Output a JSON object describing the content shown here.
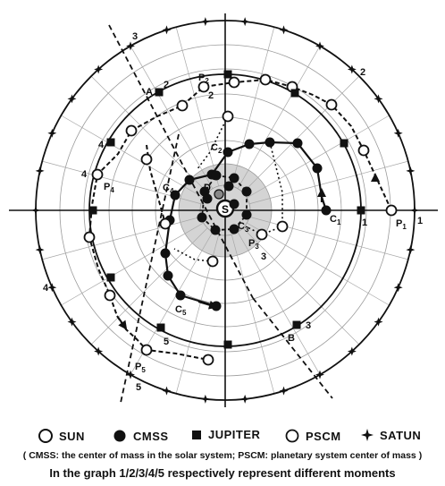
{
  "diagram": {
    "labels": {
      "sun": "S",
      "d": "D",
      "a": "A",
      "b": "B",
      "c1": "C1",
      "c2": "C2",
      "c3": "C3",
      "c4": "C4",
      "c5": "C5",
      "p1": "P1",
      "p2": "P2",
      "p3": "P3",
      "p4": "P4",
      "p5": "P5",
      "m1": "1",
      "m2": "2",
      "m3": "3",
      "m4": "4",
      "m5": "5"
    }
  },
  "legend": {
    "sun": "SUN",
    "cmss": "CMSS",
    "jupiter": "JUPITER",
    "pscm": "PSCM",
    "saturn": "SATUN"
  },
  "notes": {
    "line1": "( CMSS: the center of mass in the solar system; PSCM: planetary system center of mass )",
    "line2": "In the graph 1/2/3/4/5 respectively represent different moments"
  }
}
